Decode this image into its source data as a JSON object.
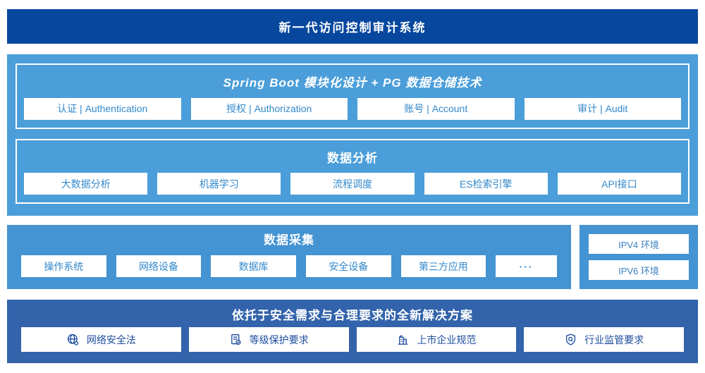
{
  "banner": {
    "title": "新一代访问控制审计系统"
  },
  "platform": {
    "modules": {
      "title": "Spring Boot 模块化设计 + PG 数据仓储技术",
      "items": [
        "认证 | Authentication",
        "授权 | Authorization",
        "账号 | Account",
        "审计 | Audit"
      ]
    },
    "analysis": {
      "title": "数据分析",
      "items": [
        "大数据分析",
        "机器学习",
        "流程调度",
        "ES检索引擎",
        "API接口"
      ]
    }
  },
  "collection": {
    "title": "数据采集",
    "items": [
      "操作系统",
      "网络设备",
      "数据库",
      "安全设备",
      "第三方应用",
      "···"
    ],
    "env_panel": {
      "items": [
        "IPV4 环境",
        "IPV6 环境"
      ]
    }
  },
  "solution": {
    "title": "依托于安全需求与合理要求的全新解决方案",
    "items": [
      {
        "icon": "globe-icon",
        "label": "网络安全法"
      },
      {
        "icon": "document-check-icon",
        "label": "等级保护要求"
      },
      {
        "icon": "building-icon",
        "label": "上市企业规范"
      },
      {
        "icon": "shield-search-icon",
        "label": "行业监管要求"
      }
    ]
  },
  "colors": {
    "banner_bg": "#07479e",
    "platform_bg": "#4b9ed9",
    "collection_bg": "#4493d2",
    "solution_bg": "#3263ab",
    "box_text_light": "#3389cb",
    "box_text_dark": "#1b4c9d"
  }
}
